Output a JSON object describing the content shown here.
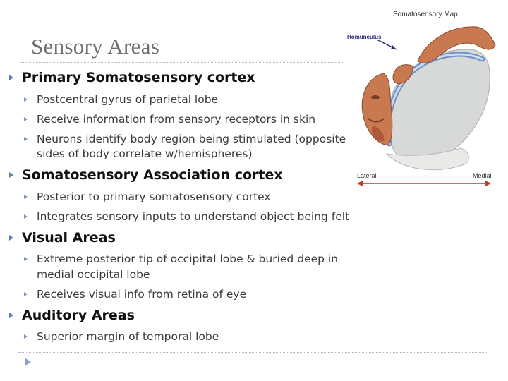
{
  "slide": {
    "title": "Sensory Areas"
  },
  "sections": [
    {
      "heading": "Primary Somatosensory cortex",
      "items": [
        "Postcentral gyrus of parietal lobe",
        "Receive information from sensory receptors in skin",
        "Neurons identify body region being stimulated (opposite",
        "sides of body correlate w/hemispheres)"
      ]
    },
    {
      "heading": "Somatosensory Association cortex",
      "items": [
        "Posterior to primary somatosensory cortex",
        "Integrates sensory inputs to understand object being felt"
      ]
    },
    {
      "heading": "Visual Areas",
      "items": [
        "Extreme posterior tip of occipital lobe & buried deep in",
        "medial occipital lobe",
        "Receives visual info from retina of eye"
      ]
    },
    {
      "heading": "Auditory Areas",
      "items": [
        "Superior margin of temporal lobe"
      ]
    }
  ],
  "figure": {
    "title": "Somatosensory Map",
    "homunculus_label": "Homunculus",
    "lateral_label": "Lateral",
    "medial_label": "Medial",
    "colors": {
      "bullet": "#5b7fb5",
      "title": "#6d6f72",
      "homunculus_skin": "#c8794f",
      "arrow": "#c0392b"
    }
  }
}
